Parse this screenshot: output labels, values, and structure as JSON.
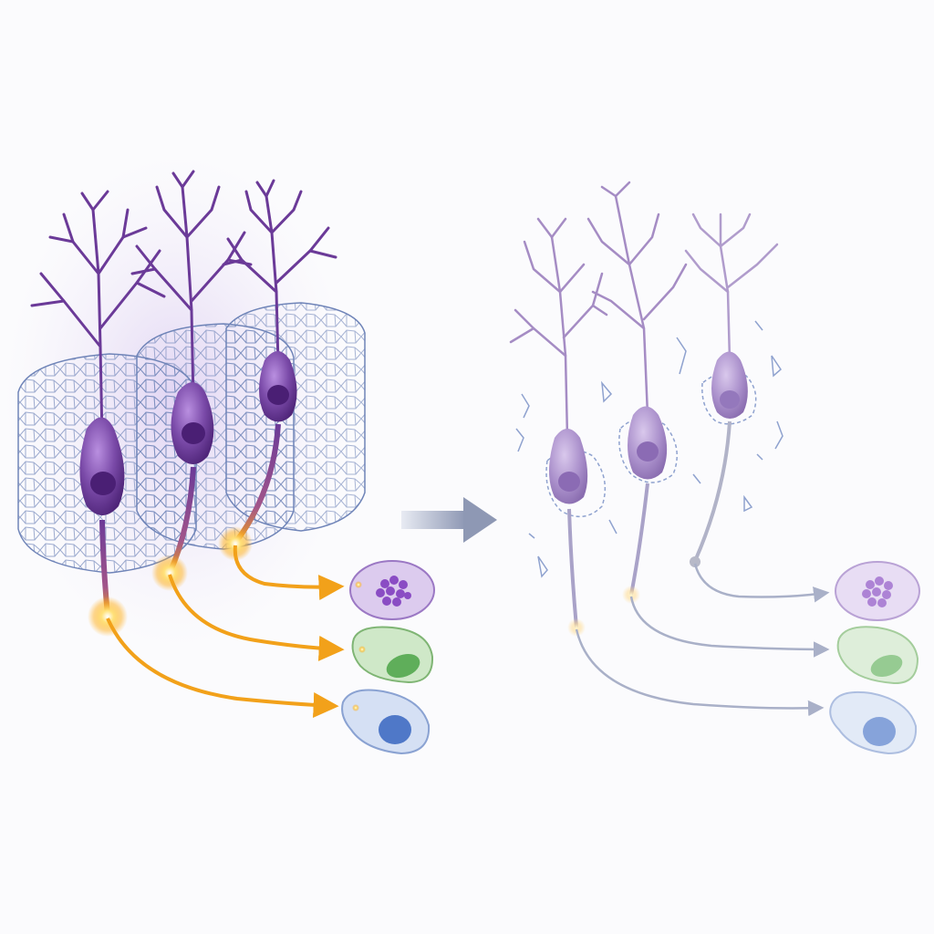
{
  "scene": {
    "title": "",
    "labels": [],
    "colors": {
      "background": "#fbfbfd",
      "neuron": "#7a4aa8",
      "neuron_dark": "#5b2f86",
      "neuron_faded": "#a58cc4",
      "perineuronal_net": "#6f84b8",
      "active_signal": "#f2a11a",
      "faded_signal": "#a9b0c8",
      "arrow": "#8e98b4",
      "target_purple": "#c9b0e0",
      "target_green": "#a7d3a0",
      "target_blue": "#a7bde6"
    }
  },
  "panels": [
    {
      "state": "intact",
      "neurons": [
        {
          "id": "a",
          "signal": "active",
          "target": "blue"
        },
        {
          "id": "b",
          "signal": "active",
          "target": "green"
        },
        {
          "id": "c",
          "signal": "active",
          "target": "purple"
        }
      ],
      "net": "intact"
    },
    {
      "state": "degraded",
      "neurons": [
        {
          "id": "a",
          "signal": "weak",
          "target": "blue"
        },
        {
          "id": "b",
          "signal": "weak",
          "target": "green"
        },
        {
          "id": "c",
          "signal": "weak",
          "target": "purple"
        }
      ],
      "net": "fragmented"
    }
  ],
  "transition": {
    "icon": "arrow-right-icon"
  }
}
